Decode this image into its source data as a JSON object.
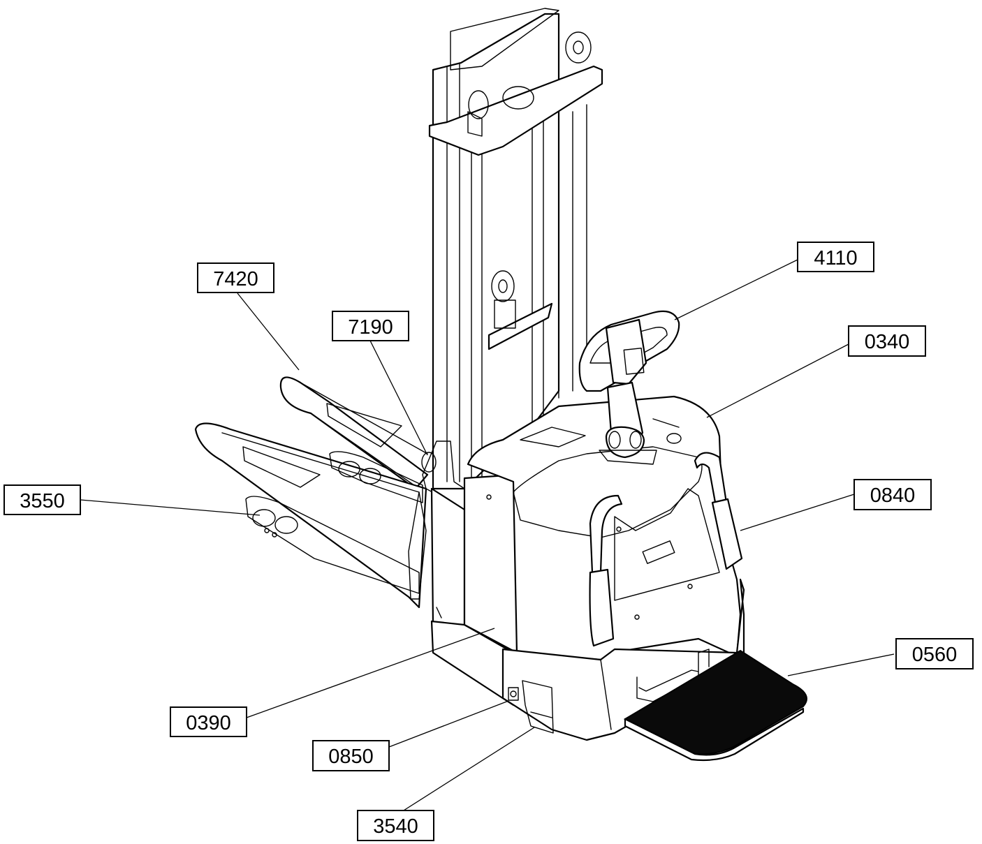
{
  "callouts": [
    {
      "id": "7420",
      "label": "7420"
    },
    {
      "id": "7190",
      "label": "7190"
    },
    {
      "id": "4110",
      "label": "4110"
    },
    {
      "id": "0340",
      "label": "0340"
    },
    {
      "id": "3550",
      "label": "3550"
    },
    {
      "id": "0840",
      "label": "0840"
    },
    {
      "id": "0560",
      "label": "0560"
    },
    {
      "id": "0390",
      "label": "0390"
    },
    {
      "id": "0850",
      "label": "0850"
    },
    {
      "id": "3540",
      "label": "3540"
    }
  ]
}
